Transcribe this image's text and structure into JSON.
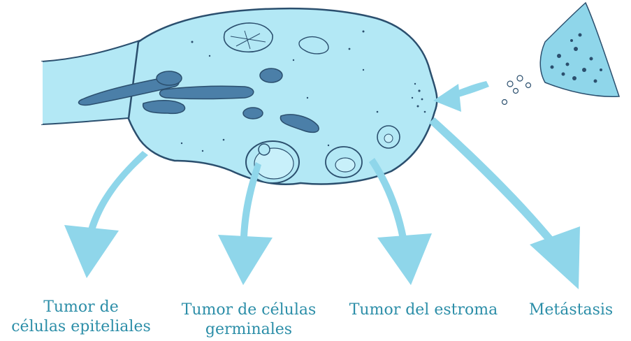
{
  "labels": {
    "epithelial": {
      "line1": "Tumor de",
      "line2": "células epiteliales"
    },
    "germinal": {
      "line1": "Tumor de células",
      "line2": "germinales"
    },
    "stroma": {
      "line1": "Tumor del estroma"
    },
    "metastasis": {
      "line1": "Metástasis"
    }
  },
  "colors": {
    "ovary_fill": "#b3e8f5",
    "outline": "#2b4f6e",
    "arrow": "#8fd6ea",
    "dark_structure": "#4b7fa8",
    "label_text": "#2c8ea8"
  }
}
